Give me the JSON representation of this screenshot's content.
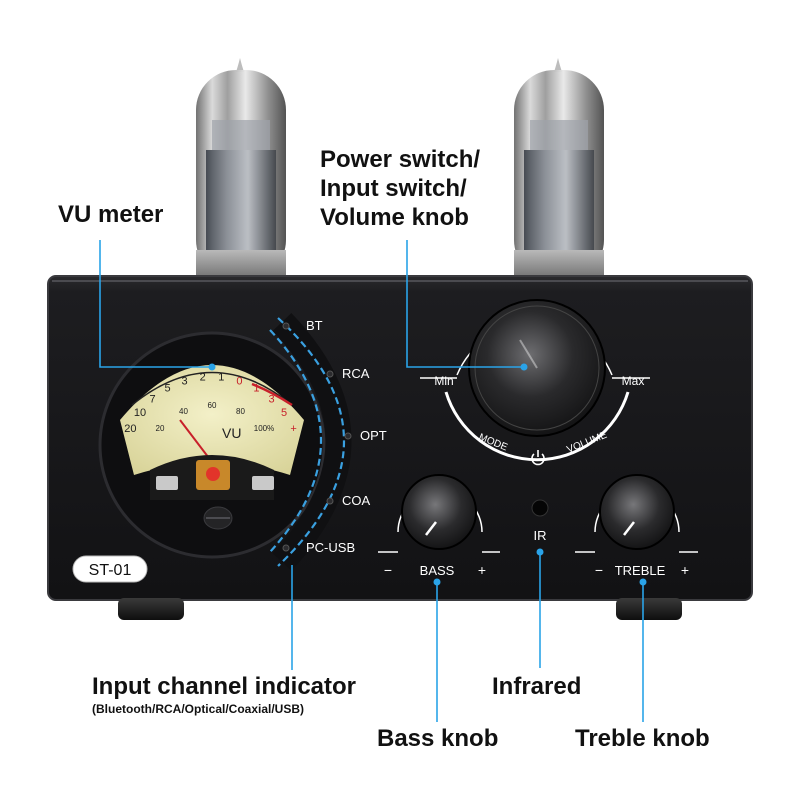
{
  "product": {
    "model_badge": "ST-01",
    "vu_meter": {
      "scale_top": [
        "20",
        "10",
        "7",
        "5",
        "3",
        "2",
        "1",
        "0",
        "1",
        "3",
        "5",
        "+"
      ],
      "scale_bottom": [
        "20",
        "40",
        "60",
        "80",
        "100%"
      ],
      "label": "VU"
    },
    "input_indicators": [
      "BT",
      "RCA",
      "OPT",
      "COA",
      "PC-USB"
    ],
    "volume_knob": {
      "min_label": "Min",
      "max_label": "Max",
      "mode_label": "MODE",
      "volume_label": "VOLUME"
    },
    "bass_knob": {
      "label": "BASS",
      "minus": "−",
      "plus": "+"
    },
    "treble_knob": {
      "label": "TREBLE",
      "minus": "−",
      "plus": "+"
    },
    "ir_label": "IR"
  },
  "callouts": {
    "vu_meter": "VU meter",
    "power_switch_lines": [
      "Power switch/",
      "Input switch/",
      "Volume knob"
    ],
    "input_channel_indicator": "Input channel indicator",
    "input_channel_sub": "(Bluetooth/RCA/Optical/Coaxial/USB)",
    "infrared": "Infrared",
    "bass_knob": "Bass knob",
    "treble_knob": "Treble knob"
  },
  "colors": {
    "body": "#1c1c1e",
    "callout_line": "#2aa3e8",
    "meter_face": "#e9e6b4",
    "indicator_dash": "#3aa0e0",
    "scale_red": "#c8202a"
  }
}
